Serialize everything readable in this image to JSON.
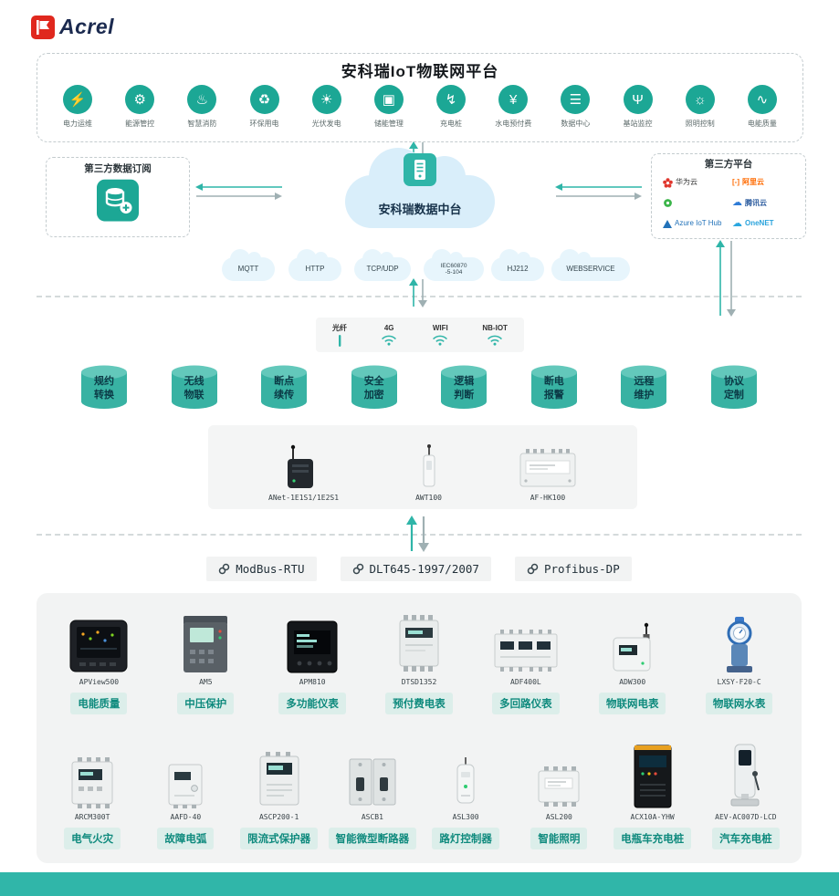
{
  "brand": {
    "logo_text": "Acrel"
  },
  "platform": {
    "title": "安科瑞IoT物联网平台",
    "apps": [
      {
        "label": "电力运维",
        "glyph": "⚡"
      },
      {
        "label": "能源管控",
        "glyph": "⚙"
      },
      {
        "label": "智慧消防",
        "glyph": "♨"
      },
      {
        "label": "环保用电",
        "glyph": "♻"
      },
      {
        "label": "光伏发电",
        "glyph": "☀"
      },
      {
        "label": "储能管理",
        "glyph": "▣"
      },
      {
        "label": "充电桩",
        "glyph": "↯"
      },
      {
        "label": "水电预付费",
        "glyph": "¥"
      },
      {
        "label": "数据中心",
        "glyph": "☰"
      },
      {
        "label": "基站监控",
        "glyph": "Ψ"
      },
      {
        "label": "照明控制",
        "glyph": "☼"
      },
      {
        "label": "电能质量",
        "glyph": "∿"
      }
    ]
  },
  "subscription": {
    "title": "第三方数据订阅"
  },
  "data_center": {
    "label": "安科瑞数据中台"
  },
  "third_party": {
    "title": "第三方平台",
    "items": [
      {
        "name": "华为云"
      },
      {
        "name": "阿里云"
      },
      {
        "name": ""
      },
      {
        "name": "腾讯云"
      },
      {
        "name": "Azure IoT Hub"
      },
      {
        "name": "OneNET"
      }
    ]
  },
  "protocol_clouds": [
    "MQTT",
    "HTTP",
    "TCP/UDP",
    "IEC60870\n-5-104",
    "HJ212",
    "WEBSERVICE"
  ],
  "connectivity": [
    "光纤",
    "4G",
    "WIFI",
    "NB-IOT"
  ],
  "features": [
    "规约\n转换",
    "无线\n物联",
    "断点\n续传",
    "安全\n加密",
    "逻辑\n判断",
    "断电\n报警",
    "远程\n维护",
    "协议\n定制"
  ],
  "gateways": [
    {
      "model": "ANet-1E1S1/1E2S1"
    },
    {
      "model": "AWT100"
    },
    {
      "model": "AF-HK100"
    }
  ],
  "bus_protocols": [
    "ModBus-RTU",
    "DLT645-1997/2007",
    "Profibus-DP"
  ],
  "devices": {
    "row1": [
      {
        "model": "APView500",
        "label": "电能质量"
      },
      {
        "model": "AM5",
        "label": "中压保护"
      },
      {
        "model": "APM810",
        "label": "多功能仪表"
      },
      {
        "model": "DTSD1352",
        "label": "预付费电表"
      },
      {
        "model": "ADF400L",
        "label": "多回路仪表"
      },
      {
        "model": "ADW300",
        "label": "物联网电表"
      },
      {
        "model": "LXSY-F20-C",
        "label": "物联网水表"
      }
    ],
    "row2": [
      {
        "model": "ARCM300T",
        "label": "电气火灾"
      },
      {
        "model": "AAFD-40",
        "label": "故障电弧"
      },
      {
        "model": "ASCP200-1",
        "label": "限流式保护器"
      },
      {
        "model": "ASCB1",
        "label": "智能微型断路器"
      },
      {
        "model": "ASL300",
        "label": "路灯控制器"
      },
      {
        "model": "ASL200",
        "label": "智能照明"
      },
      {
        "model": "ACX10A-YHW",
        "label": "电瓶车充电桩"
      },
      {
        "model": "AEV-AC007D-LCD",
        "label": "汽车充电桩"
      }
    ]
  },
  "colors": {
    "accent": "#2FB5A8",
    "icon_circle": "#1CA795",
    "badge_bg": "#DCEEEA",
    "badge_text": "#0E8A7D",
    "cloud_fill": "#E7F5FC",
    "footer": "#30B6A9"
  }
}
